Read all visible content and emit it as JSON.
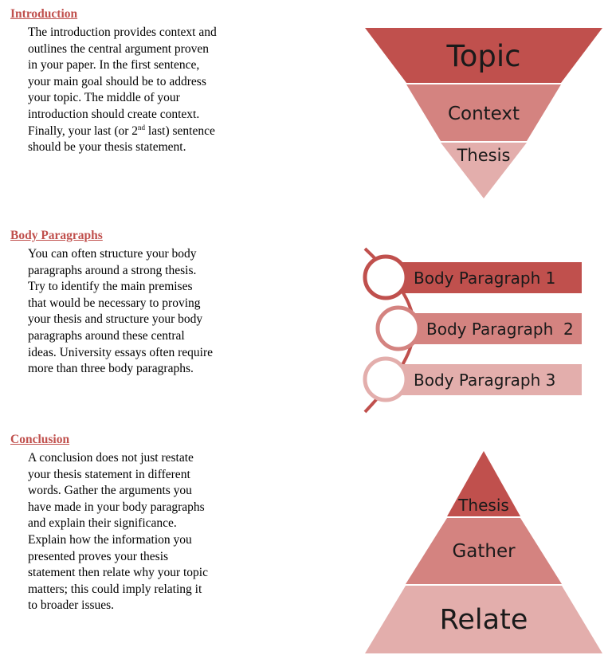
{
  "introduction": {
    "heading": "Introduction",
    "lines": [
      "The introduction provides context and",
      "outlines the central argument proven",
      "in your paper. In the first sentence,",
      "your main goal should be to address",
      "your topic. The middle of your",
      "introduction should create context.",
      "Finally, your last (or 2",
      "nd",
      " last) sentence",
      "should be your thesis statement."
    ],
    "funnel": {
      "top": "Topic",
      "middle": "Context",
      "bottom": "Thesis"
    }
  },
  "body_paragraphs": {
    "heading": "Body Paragraphs",
    "lines": [
      "You can often structure your body",
      "paragraphs around a strong thesis.",
      "Try to identify the main premises",
      "that would be necessary to proving",
      "your thesis and structure your body",
      "paragraphs around these central",
      "ideas. University essays often require",
      "more than three body paragraphs."
    ],
    "list": [
      "Body Paragraph 1",
      "Body Paragraph  2",
      "Body Paragraph 3"
    ]
  },
  "conclusion": {
    "heading": "Conclusion",
    "lines": [
      "A conclusion does not just restate",
      "your thesis statement in different",
      "words. Gather the arguments you",
      "have made in your body paragraphs",
      "and explain their significance.",
      "Explain how the information you",
      "presented proves your thesis",
      "statement then relate why your topic",
      "matters; this could imply relating it",
      "to broader issues."
    ],
    "pyramid": {
      "top": "Thesis",
      "middle": "Gather",
      "bottom": "Relate"
    }
  },
  "colors": {
    "heading": "#c0504d",
    "dark": "#c0504d",
    "medium": "#d48380",
    "light": "#e3aeac"
  }
}
